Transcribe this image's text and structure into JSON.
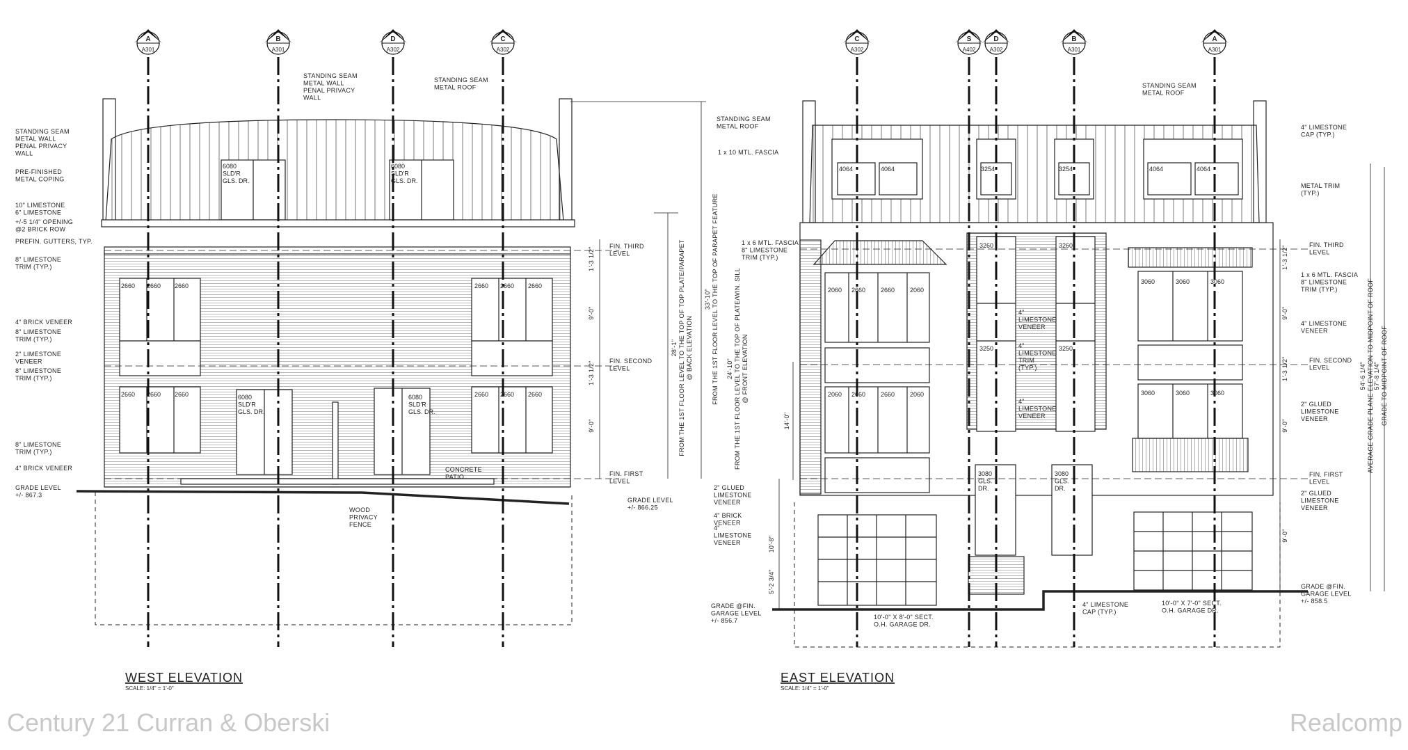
{
  "west": {
    "title": "WEST ELEVATION",
    "scale": "SCALE: 1/4\" = 1'-0\"",
    "grid": [
      {
        "letter": "A",
        "sheet": "A301"
      },
      {
        "letter": "B",
        "sheet": "A301"
      },
      {
        "letter": "D",
        "sheet": "A302"
      },
      {
        "letter": "C",
        "sheet": "A302"
      }
    ],
    "window_tags": [
      "2660",
      "2660",
      "2660"
    ],
    "door_tag": [
      "6080",
      "SLD'R",
      "GLS. DR."
    ],
    "left_notes": [
      [
        "STANDING SEAM",
        "METAL WALL",
        "PENAL PRIVACY",
        "WALL"
      ],
      [
        "PRE-FINISHED",
        "METAL COPING"
      ],
      [
        "10\" LIMESTONE",
        "6\" LIMESTONE"
      ],
      [
        "+/-5 1/4\" OPENING",
        "@2 BRICK ROW"
      ],
      [
        "PREFIN. GUTTERS, TYP."
      ],
      [
        "8\" LIMESTONE",
        "TRIM (TYP.)"
      ],
      [
        "4\" BRICK VENEER"
      ],
      [
        "8\" LIMESTONE",
        "TRIM (TYP.)"
      ],
      [
        "2\" LIMESTONE",
        "VENEER"
      ],
      [
        "8\" LIMESTONE",
        "TRIM (TYP.)"
      ],
      [
        "8\" LIMESTONE",
        "TRIM (TYP.)"
      ],
      [
        "4\" BRICK VENEER"
      ],
      [
        "GRADE LEVEL",
        "+/- 867.3"
      ]
    ],
    "top_notes": [
      [
        "STANDING SEAM",
        "METAL WALL",
        "PENAL PRIVACY",
        "WALL"
      ],
      [
        "STANDING SEAM",
        "METAL ROOF"
      ]
    ],
    "bottom_notes": [
      [
        "WOOD",
        "PRIVACY",
        "FENCE"
      ],
      [
        "CONCRETE",
        "PATIO"
      ]
    ],
    "levels": [
      [
        "FIN. THIRD",
        "LEVEL"
      ],
      [
        "FIN. SECOND",
        "LEVEL"
      ],
      [
        "FIN. FIRST",
        "LEVEL"
      ],
      [
        "GRADE LEVEL",
        "+/- 866.25"
      ]
    ],
    "dims": [
      "1'-3 1/2\"",
      "9'-0\"",
      "1'-3 1/2\"",
      "9'-0\""
    ],
    "height_labels": [
      [
        "33'-10\"",
        "FROM THE 1ST FLOOR LEVEL TO THE TOP OF PARAPET FEATURE"
      ],
      [
        "28'-1\"",
        "FROM THE 1ST FLOOR LEVEL TO THE TOP OF TOP PLATE/PARAPET",
        "@ BACK ELEVATION"
      ]
    ]
  },
  "east": {
    "title": "EAST ELEVATION",
    "scale": "SCALE: 1/4\" = 1'-0\"",
    "grid": [
      {
        "letter": "C",
        "sheet": "A302"
      },
      {
        "letter": "S",
        "sheet": "A402"
      },
      {
        "letter": "D",
        "sheet": "A302"
      },
      {
        "letter": "B",
        "sheet": "A301"
      },
      {
        "letter": "A",
        "sheet": "A301"
      }
    ],
    "left_notes": [
      [
        "STANDING SEAM",
        "METAL ROOF"
      ],
      [
        "1 x 10 MTL. FASCIA"
      ],
      [
        "1 x 6 MTL. FASCIA",
        "8\" LIMESTONE",
        "TRIM (TYP.)"
      ],
      [
        "2\" GLUED",
        "LIMESTONE",
        "VENEER"
      ],
      [
        "4\" BRICK",
        "VENEER"
      ],
      [
        "4\"",
        "LIMESTONE",
        "VENEER"
      ],
      [
        "GRADE @FIN.",
        "GARAGE LEVEL",
        "+/- 856.7"
      ]
    ],
    "right_notes": [
      [
        "4\" LIMESTONE",
        "CAP (TYP.)"
      ],
      [
        "METAL TRIM",
        "(TYP.)"
      ],
      [
        "1 x 6 MTL. FASCIA",
        "8\" LIMESTONE",
        "TRIM (TYP.)"
      ],
      [
        "4\" LIMESTONE",
        "VENEER"
      ],
      [
        "2\" GLUED",
        "LIMESTONE",
        "VENEER"
      ],
      [
        "2\" GLUED",
        "LIMESTONE",
        "VENEER"
      ],
      [
        "GRADE @FIN.",
        "GARAGE LEVEL",
        "+/- 858.5"
      ]
    ],
    "top_notes": [
      [
        "STANDING SEAM",
        "METAL ROOF"
      ]
    ],
    "center_notes": [
      [
        "4\"",
        "LIMESTONE",
        "VENEER"
      ],
      [
        "4\"",
        "LIMESTONE",
        "TRIM",
        "(TYP.)"
      ],
      [
        "4\"",
        "LIMESTONE",
        "VENEER"
      ]
    ],
    "bottom_notes": [
      [
        "10'-0\" X 8'-0\" SECT.",
        "O.H. GARAGE DR."
      ],
      [
        "4\" LIMESTONE",
        "CAP (TYP.)"
      ],
      [
        "10'-0\" X 7'-0\" SECT.",
        "O.H. GARAGE DR."
      ]
    ],
    "tags": {
      "dormer_a": [
        "4064",
        "4064"
      ],
      "dormer_b": [
        "3254",
        "3254"
      ],
      "dormer_c": [
        "4064",
        "4064"
      ],
      "bay": [
        "2060",
        "2660",
        "2660",
        "2060"
      ],
      "stair_top": "3260",
      "stair_mid": "3250",
      "right_top": [
        "3060",
        "3060",
        "3060"
      ],
      "right_mid": [
        "3060",
        "3060",
        "3060"
      ],
      "door": [
        "3080",
        "GLS.",
        "DR."
      ]
    },
    "levels": [
      [
        "FIN. THIRD",
        "LEVEL"
      ],
      [
        "FIN. SECOND",
        "LEVEL"
      ],
      [
        "FIN. FIRST",
        "LEVEL"
      ]
    ],
    "dims_left": [
      "10'-8\"",
      "5'-2 3/4\"",
      "14'-0\""
    ],
    "dims_right": [
      "1'-3 1/2\"",
      "9'-0\"",
      "1'-3 1/2\"",
      "9'-0\"",
      "9'-0\""
    ],
    "height_labels": [
      [
        "24'-10\"",
        "FROM THE 1ST FLOOR LEVEL TO THE TOP OF PLATE/WIN. SILL",
        "@ FRONT ELEVATION"
      ],
      [
        "54'-6 1/4\"",
        "AVERAGE GRADE PLANE ELEVATION TO MIDPOINT OF ROOF"
      ],
      [
        "57'-8 1/4\"",
        "GRADE TO MIDPOINT OF ROOF"
      ]
    ]
  },
  "watermark": {
    "left": "Century 21 Curran & Oberski",
    "right": "Realcomp"
  }
}
